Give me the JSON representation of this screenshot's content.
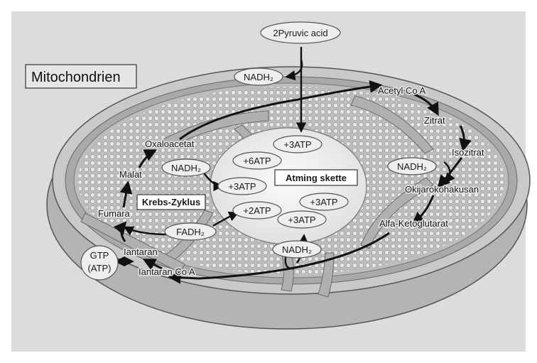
{
  "title": "Mitochondrien",
  "top_input": "2Pyruvic acid",
  "central_label": "Atming skette",
  "cycle_label": "Krebs-Zyklus",
  "compounds": {
    "acetyl_coa": "Acetyl Co A",
    "zitrat": "Zitrat",
    "isozitrat": "Isozitrat",
    "okijarokohakusan": "Okijarokohakusan",
    "alfa_ketoglutarat": "Alfa-Ketoglutarat",
    "iantaran_coa": "Iantaran Co A",
    "iantaran": "Iantaran",
    "fumara": "Fumara",
    "malat": "Malat",
    "oxaloacetat": "Oxaloacetat"
  },
  "carriers": {
    "nadh_top": "NADH₂",
    "nadh_left": "NADH₂",
    "nadh_right": "NADH₂",
    "nadh_bottom": "NADH₂",
    "fadh": "FADH₂",
    "gtp": "GTP",
    "gtp_sub": "(ATP)"
  },
  "atp": {
    "atp_a": "+3ATP",
    "atp_b": "+6ATP",
    "atp_c": "+3ATP",
    "atp_d": "+2ATP",
    "atp_e": "+3ATP",
    "atp_f": "+3ATP"
  },
  "colors": {
    "panel": "#dcdcdc",
    "outer_membrane": "#c6c6c6",
    "matrix": "#bdbdbd",
    "core": "#f0f0f0",
    "pill": "#eeeeee"
  }
}
